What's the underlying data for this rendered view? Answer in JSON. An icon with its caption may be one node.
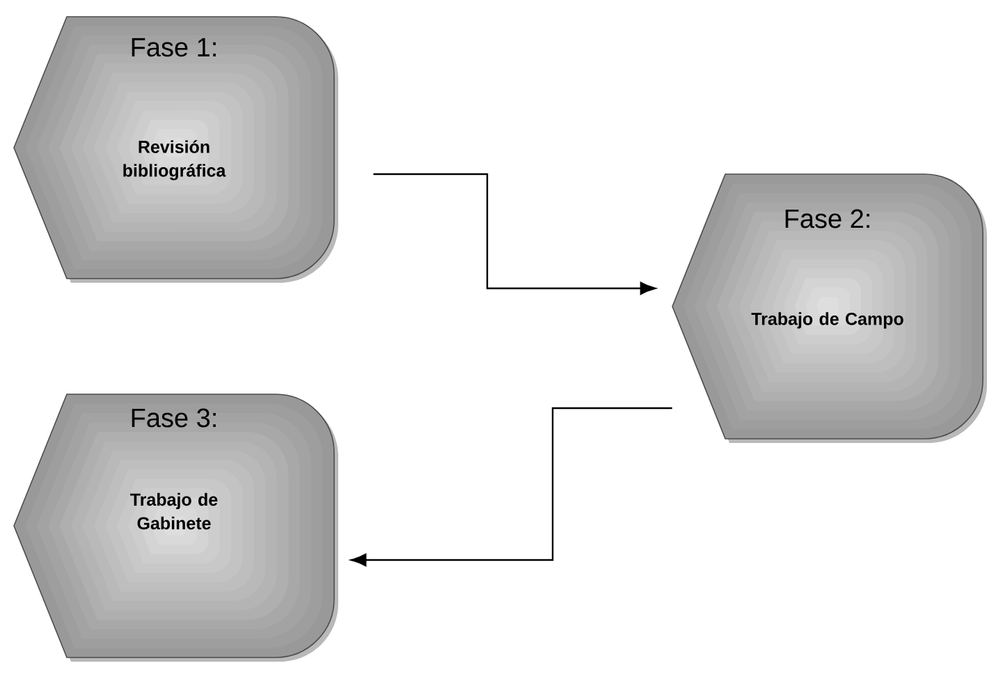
{
  "diagram": {
    "nodes": [
      {
        "text": [
          "Fase 1:",
          "Revisión bibliográfica"
        ]
      },
      {
        "text": [
          "Fase 2:",
          "Trabajo de Campo"
        ]
      },
      {
        "text": [
          "Fase 3:",
          "Trabajo de Gabinete"
        ]
      }
    ],
    "edges": [
      {
        "from": 0,
        "to": 1,
        "arrow": "to"
      },
      {
        "from": 1,
        "to": 2,
        "arrow": "to"
      }
    ]
  }
}
